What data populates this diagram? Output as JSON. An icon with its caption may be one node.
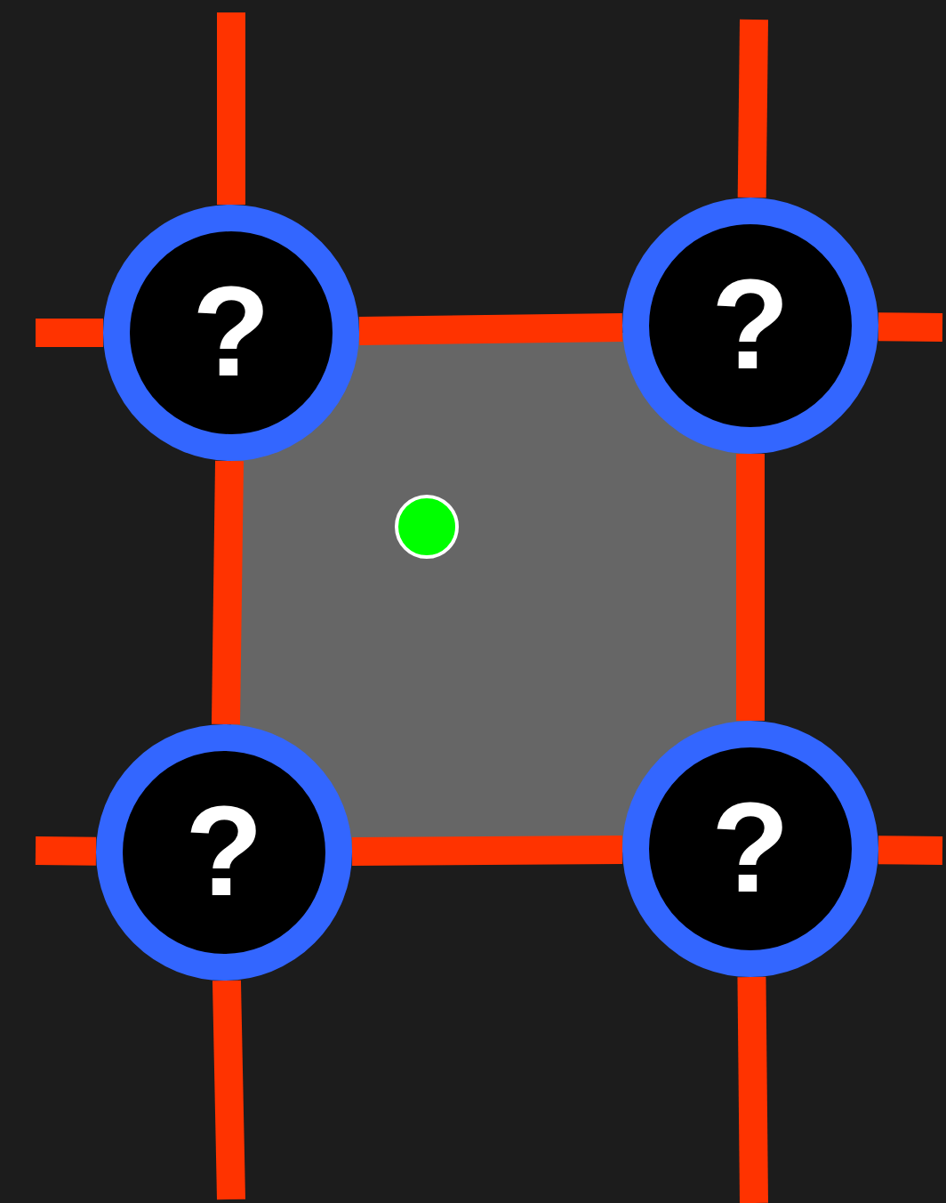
{
  "diagram": {
    "nodes": [
      {
        "text": [
          "?"
        ]
      },
      {
        "text": [
          "?"
        ]
      },
      {
        "text": [
          "?"
        ]
      },
      {
        "text": [
          "?"
        ]
      }
    ],
    "edges": [
      {
        "from": 0,
        "to": 1,
        "arrow": "none"
      },
      {
        "from": 0,
        "to": 2,
        "arrow": "none"
      },
      {
        "from": 1,
        "to": 3,
        "arrow": "none"
      },
      {
        "from": 2,
        "to": 3,
        "arrow": "none"
      },
      {
        "from": 0,
        "to": null,
        "arrow": "none"
      },
      {
        "from": 0,
        "to": null,
        "arrow": "none"
      },
      {
        "from": 1,
        "to": null,
        "arrow": "none"
      },
      {
        "from": 1,
        "to": null,
        "arrow": "none"
      },
      {
        "from": 2,
        "to": null,
        "arrow": "none"
      },
      {
        "from": 2,
        "to": null,
        "arrow": "none"
      },
      {
        "from": 3,
        "to": null,
        "arrow": "none"
      },
      {
        "from": 3,
        "to": null,
        "arrow": "none"
      }
    ]
  }
}
